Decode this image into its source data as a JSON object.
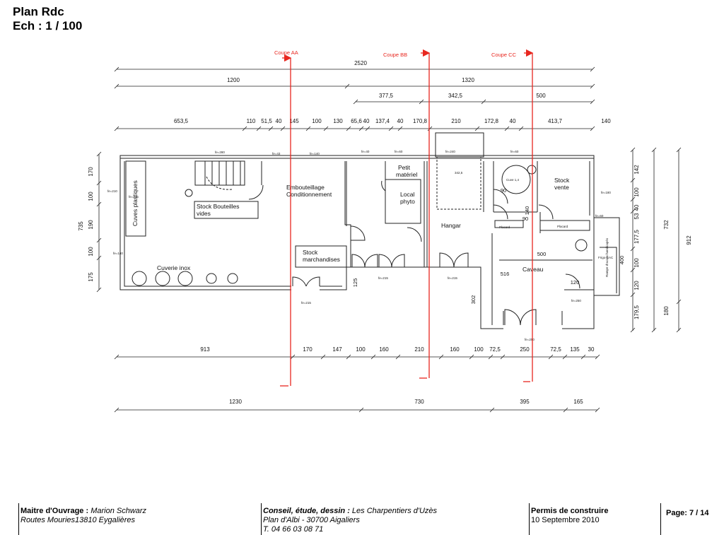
{
  "header": {
    "plan_title": "Plan Rdc",
    "scale": "Ech : 1 / 100"
  },
  "cuts": [
    {
      "id": "aa",
      "label": "Coupe AA"
    },
    {
      "id": "bb",
      "label": "Coupe BB"
    },
    {
      "id": "cc",
      "label": "Coupe CC"
    }
  ],
  "colors": {
    "cut": "#e8271f",
    "line": "#222222"
  },
  "dims": {
    "total": "2520",
    "row2": [
      "1200",
      "1320"
    ],
    "row3": [
      "377,5",
      "342,5",
      "500"
    ],
    "row4": [
      "653,5",
      "110",
      "51,5",
      "40",
      "145",
      "100",
      "130",
      "65,6",
      "40",
      "137,4",
      "40",
      "170,8",
      "210",
      "172,8",
      "40",
      "413,7",
      "140"
    ],
    "left": [
      "735",
      "170",
      "100",
      "190",
      "100",
      "175"
    ],
    "right1": [
      "142",
      "100",
      "40",
      "53",
      "177,5",
      "100",
      "120",
      "179,5"
    ],
    "right2": [
      "732",
      "912",
      "180"
    ],
    "inner": [
      "125",
      "302",
      "516",
      "90",
      "140",
      "90",
      "400",
      "120"
    ],
    "bottom1": [
      "913",
      "170",
      "147",
      "100",
      "160",
      "210",
      "160",
      "100",
      "72,5",
      "250",
      "72,5",
      "135",
      "30"
    ],
    "bottom2": [
      "1230",
      "730",
      "395",
      "165"
    ]
  },
  "rooms": {
    "cuves": "Cuves plastiques",
    "stock_bouteilles": [
      "Stock Bouteilles",
      "vides"
    ],
    "cuverie": "Cuverie inox",
    "embouteillage": [
      "Embouteillage",
      "Conditionnement"
    ],
    "stock_marchandises": [
      "Stock",
      "marchandises"
    ],
    "petit_materiel": [
      "Petit",
      "matériel"
    ],
    "local_phyto": [
      "Local",
      "phyto"
    ],
    "hangar": "Hangar",
    "stock_vente": [
      "Stock",
      "vente"
    ],
    "caveau": "Caveau"
  },
  "small_labels": [
    "fe=280",
    "fe=43",
    "fe=140",
    "fe=40",
    "fe=60",
    "fe=240",
    "fe=60",
    "fe=215",
    "fe=215",
    "fe=215",
    "fe=215",
    "fe=140",
    "fe=210",
    "fe=180",
    "fe=60",
    "fe=250",
    "fe=250",
    "342,5",
    "Cuve 1,4",
    "Placard",
    "Placard",
    "Rampe d'accès handicapés",
    "Frigo GAC"
  ],
  "footer": {
    "owner_label": "Maitre d'Ouvrage :",
    "owner_name": "Marion Schwarz",
    "owner_address": "Routes Mouries13810 Eygalières",
    "designer_label": "Conseil, étude, dessin :",
    "designer_name": "Les Charpentiers d'Uzès",
    "designer_address": "Plan d'Albi - 30700 Aigaliers",
    "designer_phone": "T. 04 66 03 08 71",
    "permit_label": "Permis de construire",
    "permit_date": "10 Septembre  2010",
    "page": "Page: 7 / 14"
  }
}
